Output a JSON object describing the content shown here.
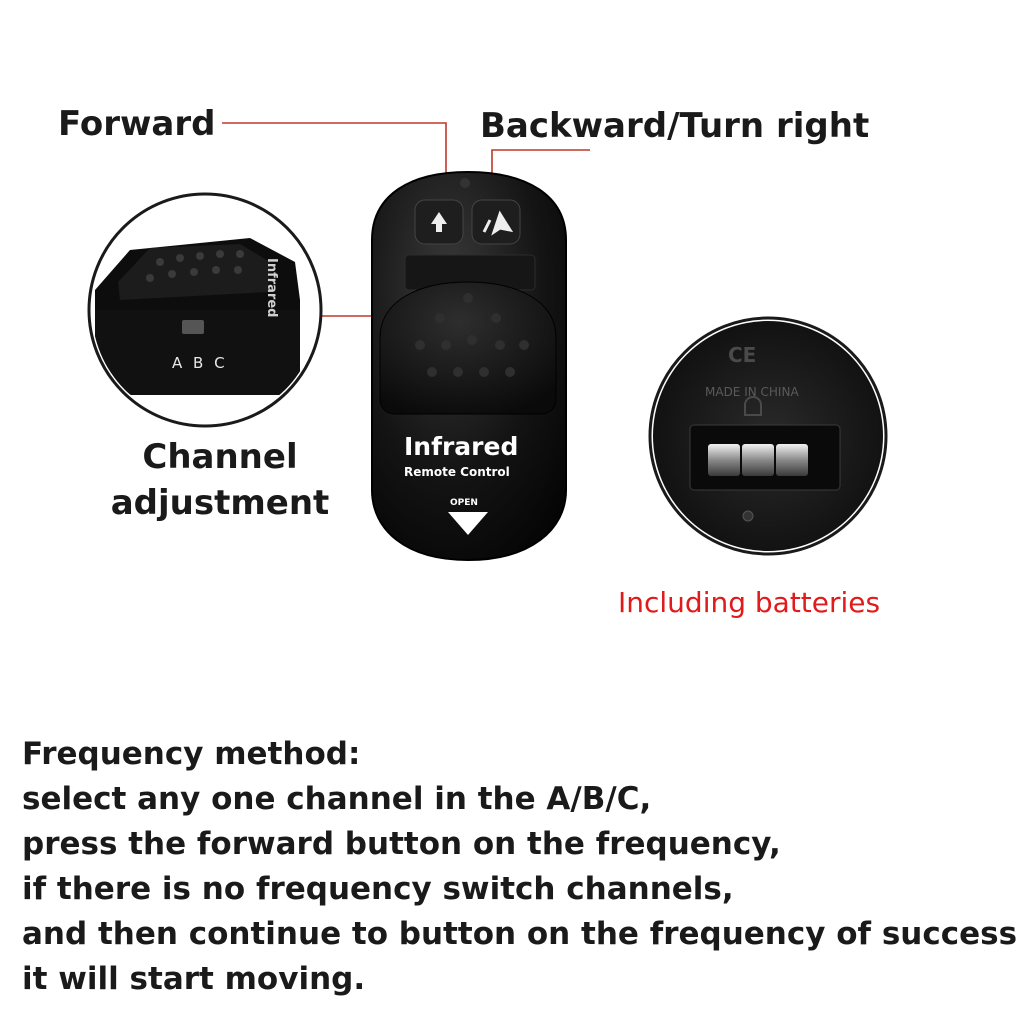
{
  "labels": {
    "forward": "Forward",
    "backward": "Backward/Turn right",
    "channel_line1": "Channel",
    "channel_line2": "adjustment",
    "batteries": "Including batteries"
  },
  "remote": {
    "brand": "Infrared",
    "subtitle": "Remote Control",
    "open_label": "OPEN",
    "side_text": "Infrared"
  },
  "channel_closeup": {
    "channels": "A B C"
  },
  "battery_closeup": {
    "marking": "MADE IN CHINA",
    "cert": "CE"
  },
  "instructions": {
    "heading": "Frequency method:",
    "lines": [
      "select any one channel in the A/B/C,",
      "press the forward button on the frequency,",
      "if there is no frequency switch channels,",
      "and then continue to button on the frequency of success",
      "it will start moving."
    ]
  },
  "colors": {
    "leader_line": "#c0392b",
    "battery_label": "#e01b1b",
    "remote_body": "#111111"
  }
}
